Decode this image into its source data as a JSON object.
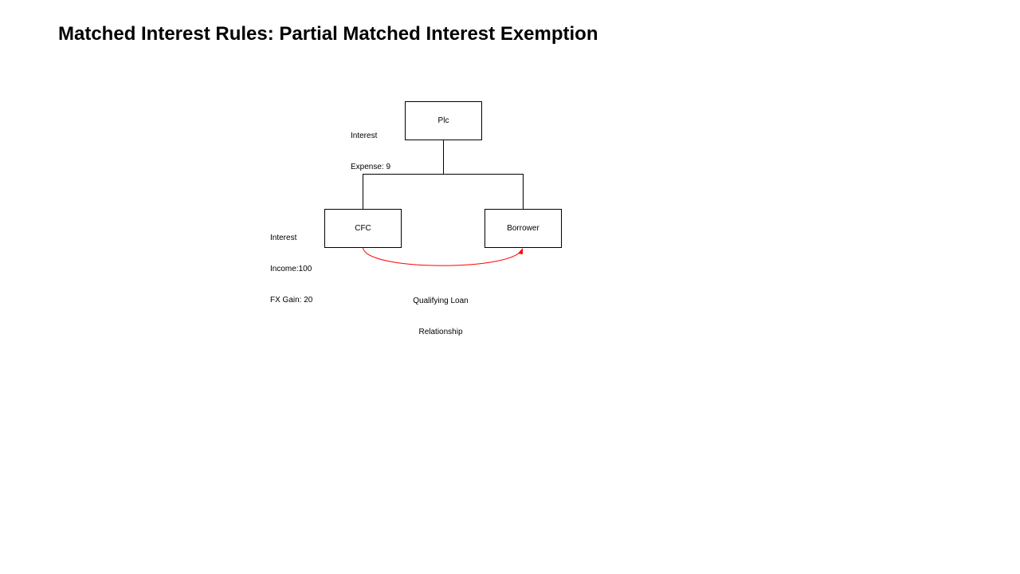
{
  "title": "Matched Interest Rules: Partial Matched Interest Exemption",
  "nodes": {
    "plc": "Plc",
    "cfc": "CFC",
    "borrower": "Borrower"
  },
  "annotations": {
    "plc_line1": "Interest",
    "plc_line2": "Expense: 9",
    "cfc_line1": "Interest",
    "cfc_line2": "Income:100",
    "cfc_line3": "FX Gain: 20"
  },
  "edge_label": {
    "line1": "Qualifying Loan",
    "line2": "Relationship"
  },
  "colors": {
    "loan_arrow": "#ff0000"
  }
}
